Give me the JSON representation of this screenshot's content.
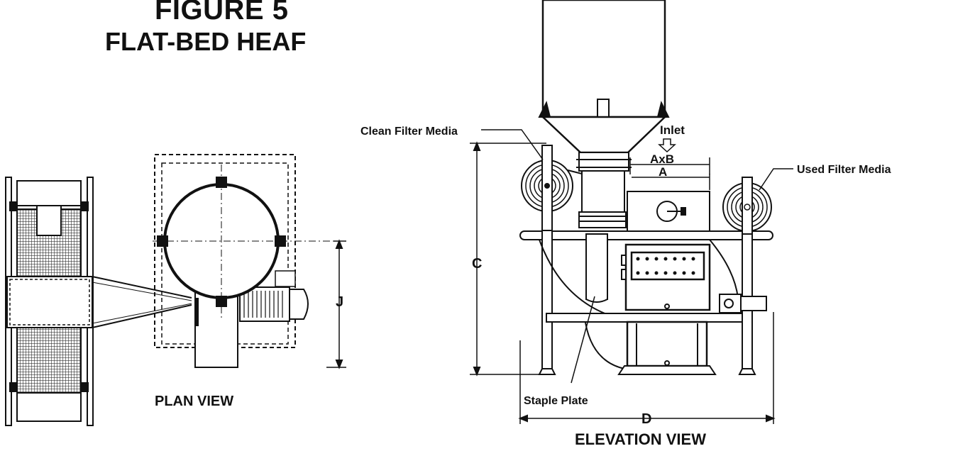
{
  "figure": {
    "title": "FIGURE 5",
    "subtitle": "FLAT-BED HEAF"
  },
  "plan_view": {
    "label": "PLAN VIEW",
    "dimension_j": "J"
  },
  "elevation_view": {
    "label": "ELEVATION VIEW",
    "callouts": {
      "clean_filter_media": "Clean Filter Media",
      "used_filter_media": "Used Filter Media",
      "inlet": "Inlet",
      "staple_plate": "Staple Plate"
    },
    "dimensions": {
      "axb": "AxB",
      "a": "A",
      "c": "C",
      "d": "D"
    }
  },
  "colors": {
    "line": "#111111",
    "hatch": "#333333",
    "background": "#ffffff"
  }
}
